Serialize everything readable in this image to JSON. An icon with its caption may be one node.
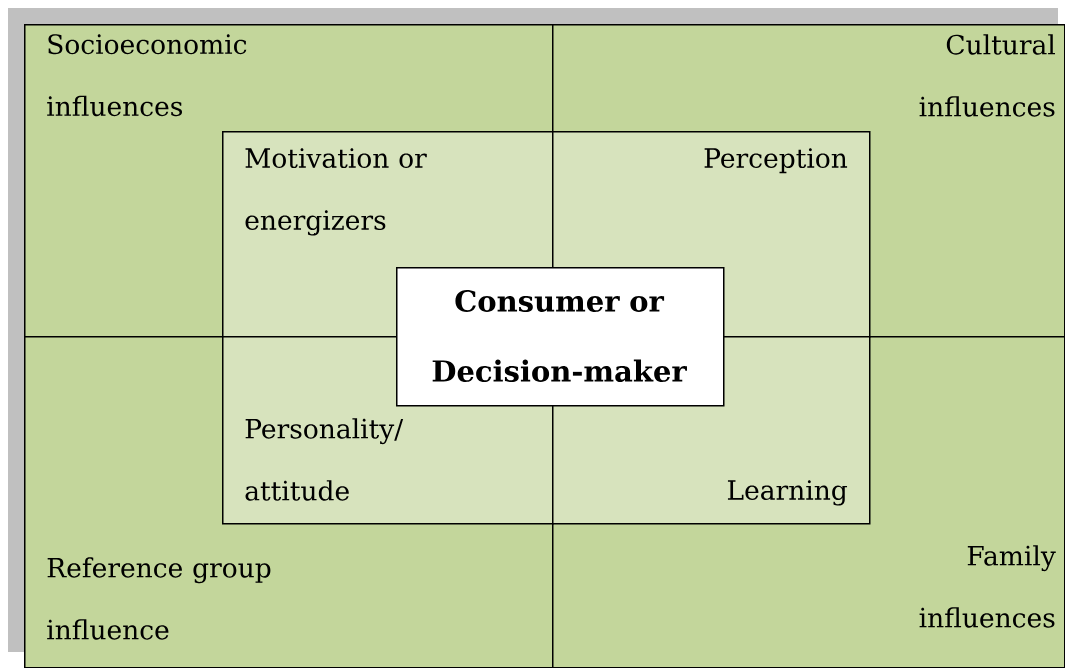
{
  "diagram": {
    "nodes": [
      {
        "text": [
          "Socioeconomic influences"
        ]
      },
      {
        "text": [
          "Motivation or energizers"
        ],
        "in": 0
      },
      {
        "text": [
          "Cultural influences"
        ]
      },
      {
        "text": [
          "Perception"
        ],
        "in": 2
      },
      {
        "text": [
          "Consumer or Decision-maker"
        ]
      },
      {
        "text": [
          "Reference group influence"
        ]
      },
      {
        "text": [
          "Personality/ attitude"
        ],
        "in": 5
      },
      {
        "text": [
          "Family influences"
        ]
      },
      {
        "text": [
          "Learning"
        ],
        "in": 7
      }
    ]
  }
}
